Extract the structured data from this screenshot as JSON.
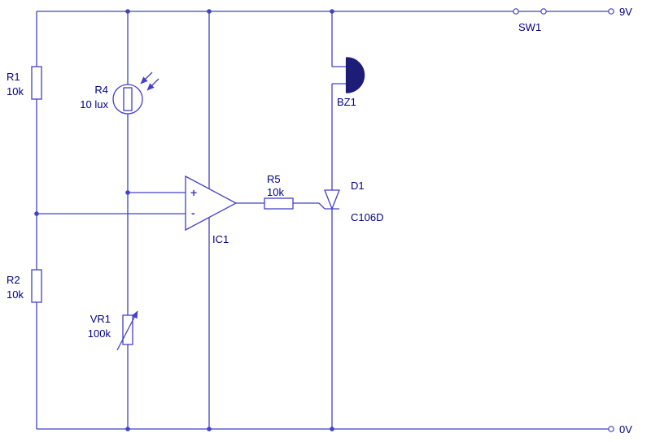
{
  "colors": {
    "wire": "#4241c8",
    "text": "#000082",
    "buzzer": "#1d1d78",
    "bg": "#ffffff"
  },
  "rails": {
    "top_label": "9V",
    "bottom_label": "0V"
  },
  "components": {
    "r1": {
      "ref": "R1",
      "value": "10k"
    },
    "r2": {
      "ref": "R2",
      "value": "10k"
    },
    "r4": {
      "ref": "R4",
      "value": "10 lux"
    },
    "vr1": {
      "ref": "VR1",
      "value": "100k"
    },
    "r5": {
      "ref": "R5",
      "value": "10k"
    },
    "ic1": {
      "ref": "IC1",
      "plus": "+",
      "minus": "-"
    },
    "d1": {
      "ref": "D1",
      "value": "C106D"
    },
    "bz1": {
      "ref": "BZ1"
    },
    "sw1": {
      "ref": "SW1"
    }
  }
}
